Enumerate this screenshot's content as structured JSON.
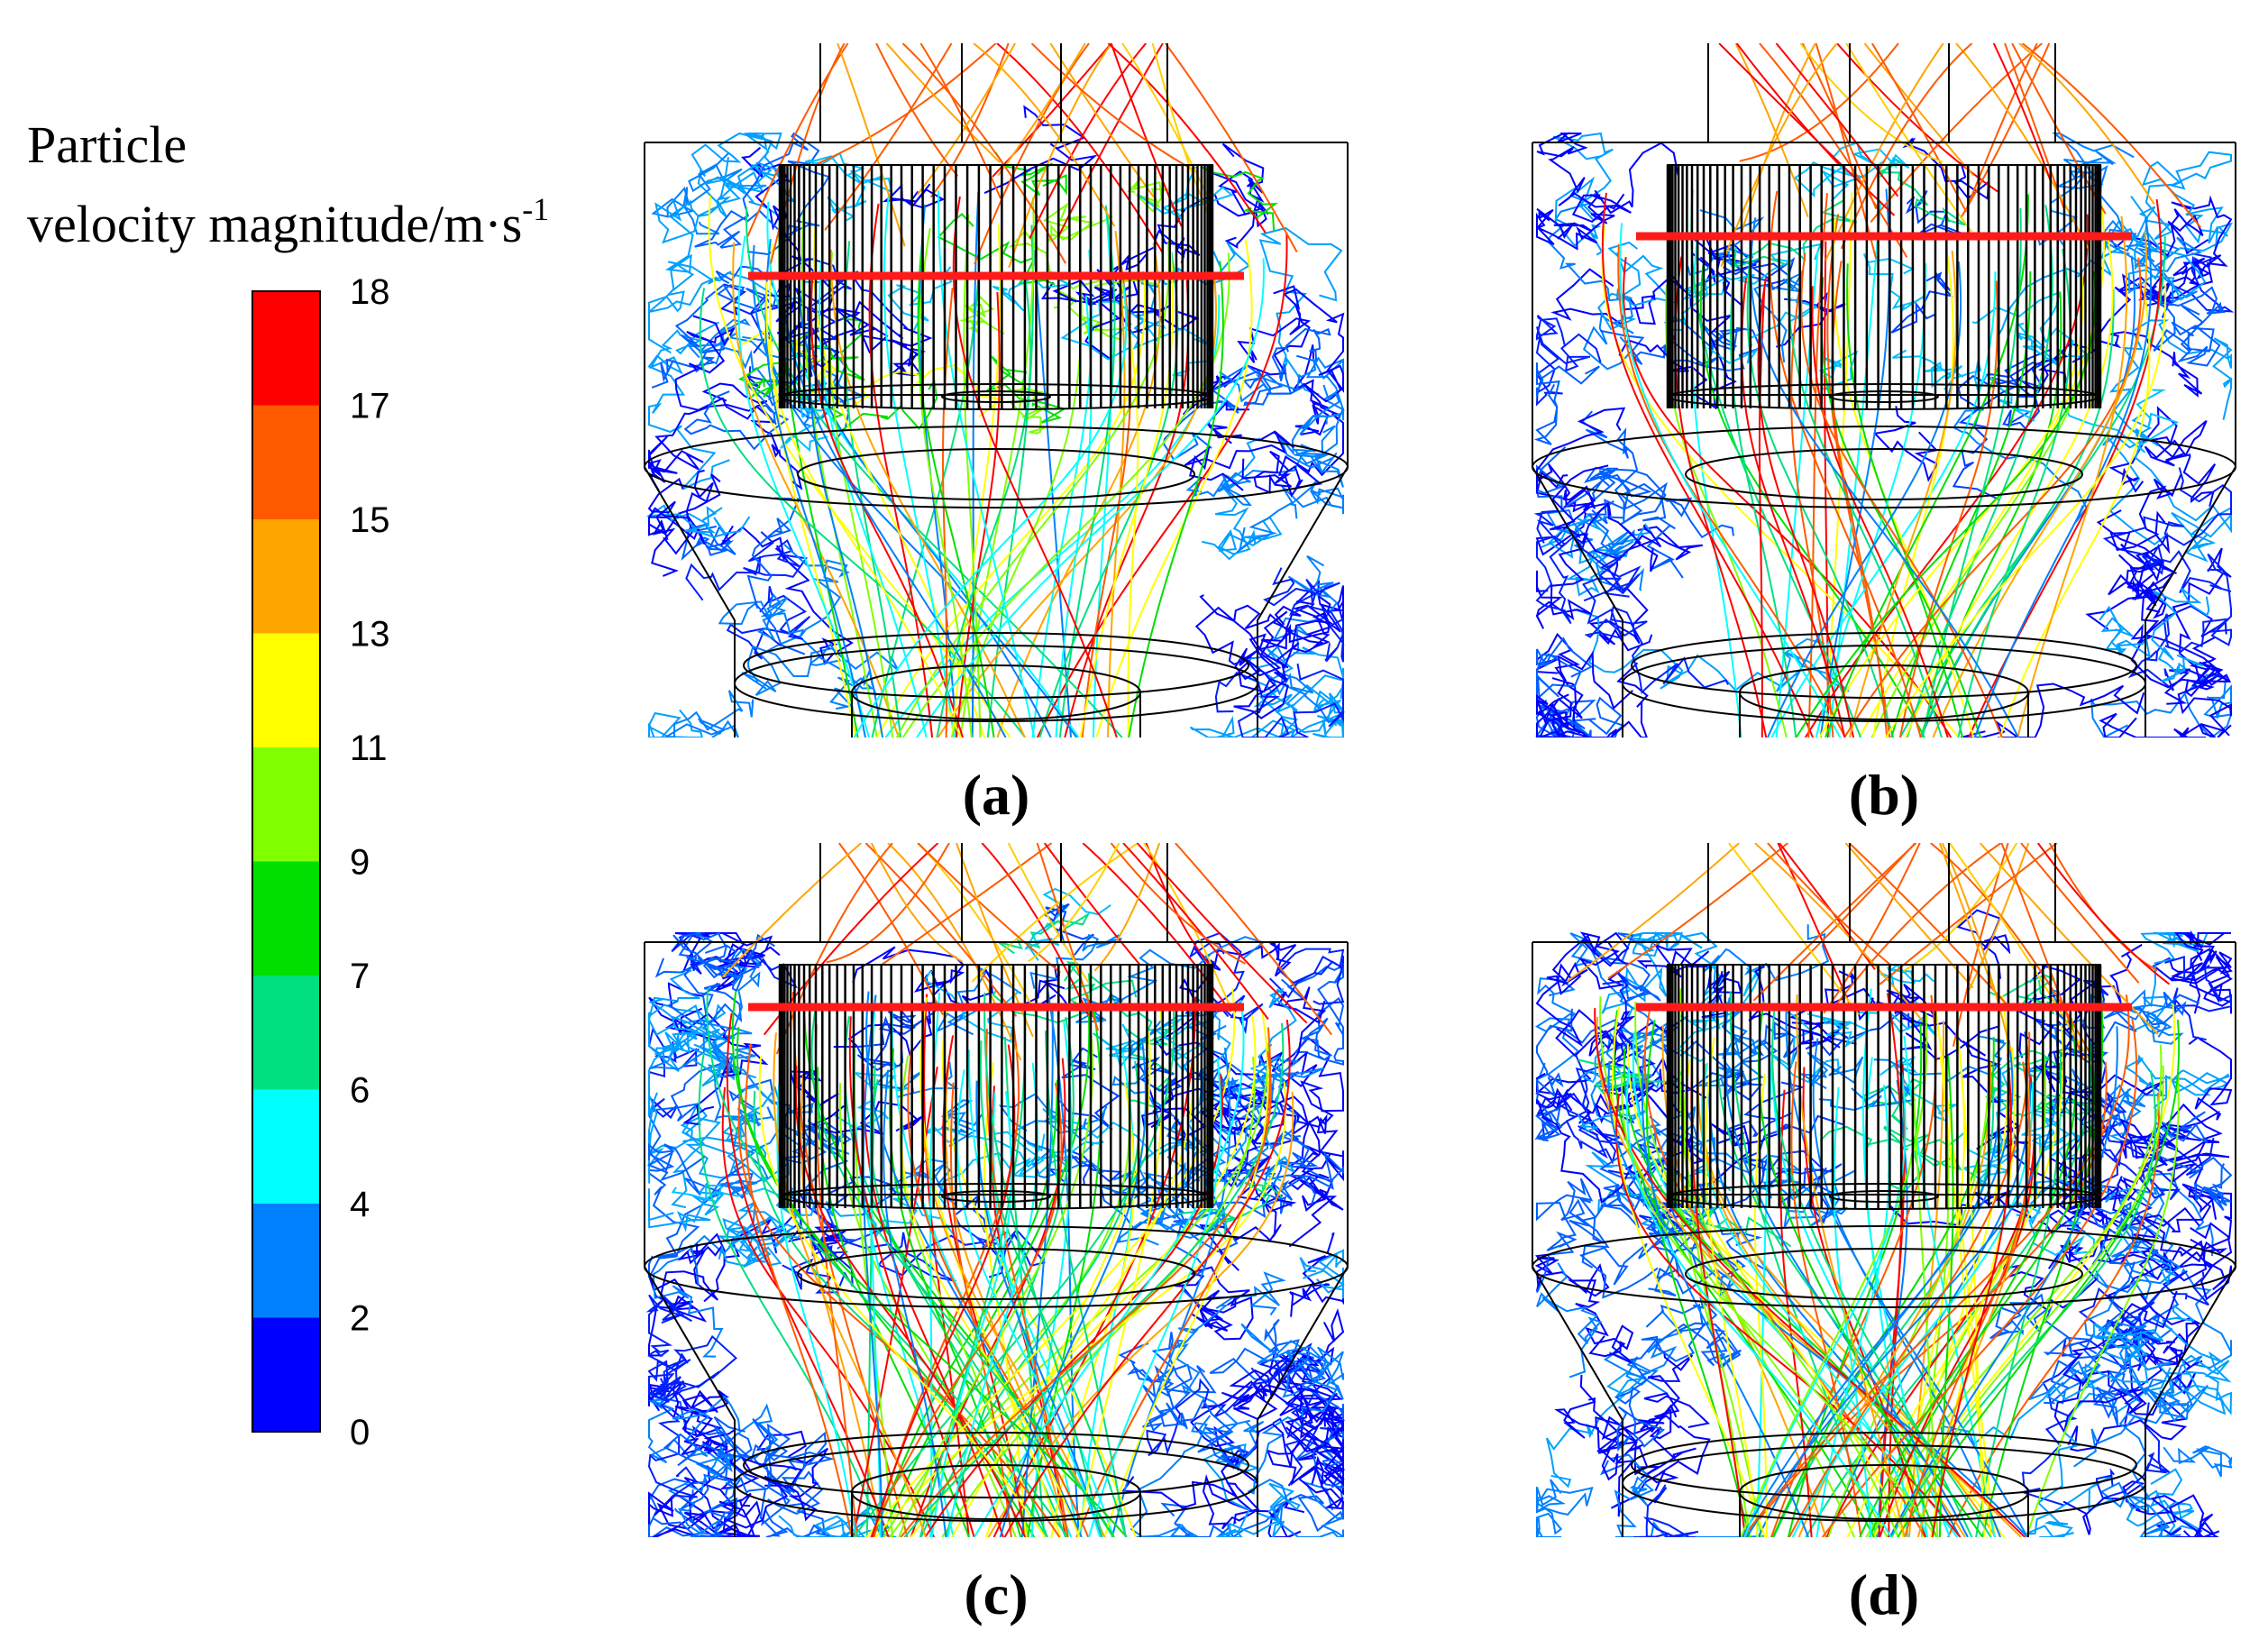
{
  "legend": {
    "title_line1": "Particle",
    "title_line2": "velocity magnitude/m·s",
    "title_sup": "-1",
    "levels": [
      "18",
      "17",
      "15",
      "13",
      "11",
      "9",
      "7",
      "6",
      "4",
      "2",
      "0"
    ],
    "colors": [
      "#ff0000",
      "#ff5a00",
      "#ffa500",
      "#ffff00",
      "#80ff00",
      "#00e000",
      "#00e080",
      "#00ffff",
      "#0080ff",
      "#0000ff"
    ]
  },
  "panels": [
    {
      "id": "a",
      "label": "(a)",
      "red_line_level": "low"
    },
    {
      "id": "b",
      "label": "(b)",
      "red_line_level": "mid"
    },
    {
      "id": "c",
      "label": "(c)",
      "red_line_level": "high"
    },
    {
      "id": "d",
      "label": "(d)",
      "red_line_level": "high"
    }
  ],
  "colors": {
    "red_line": "#ff1a1a",
    "wireframe": "#000000"
  }
}
